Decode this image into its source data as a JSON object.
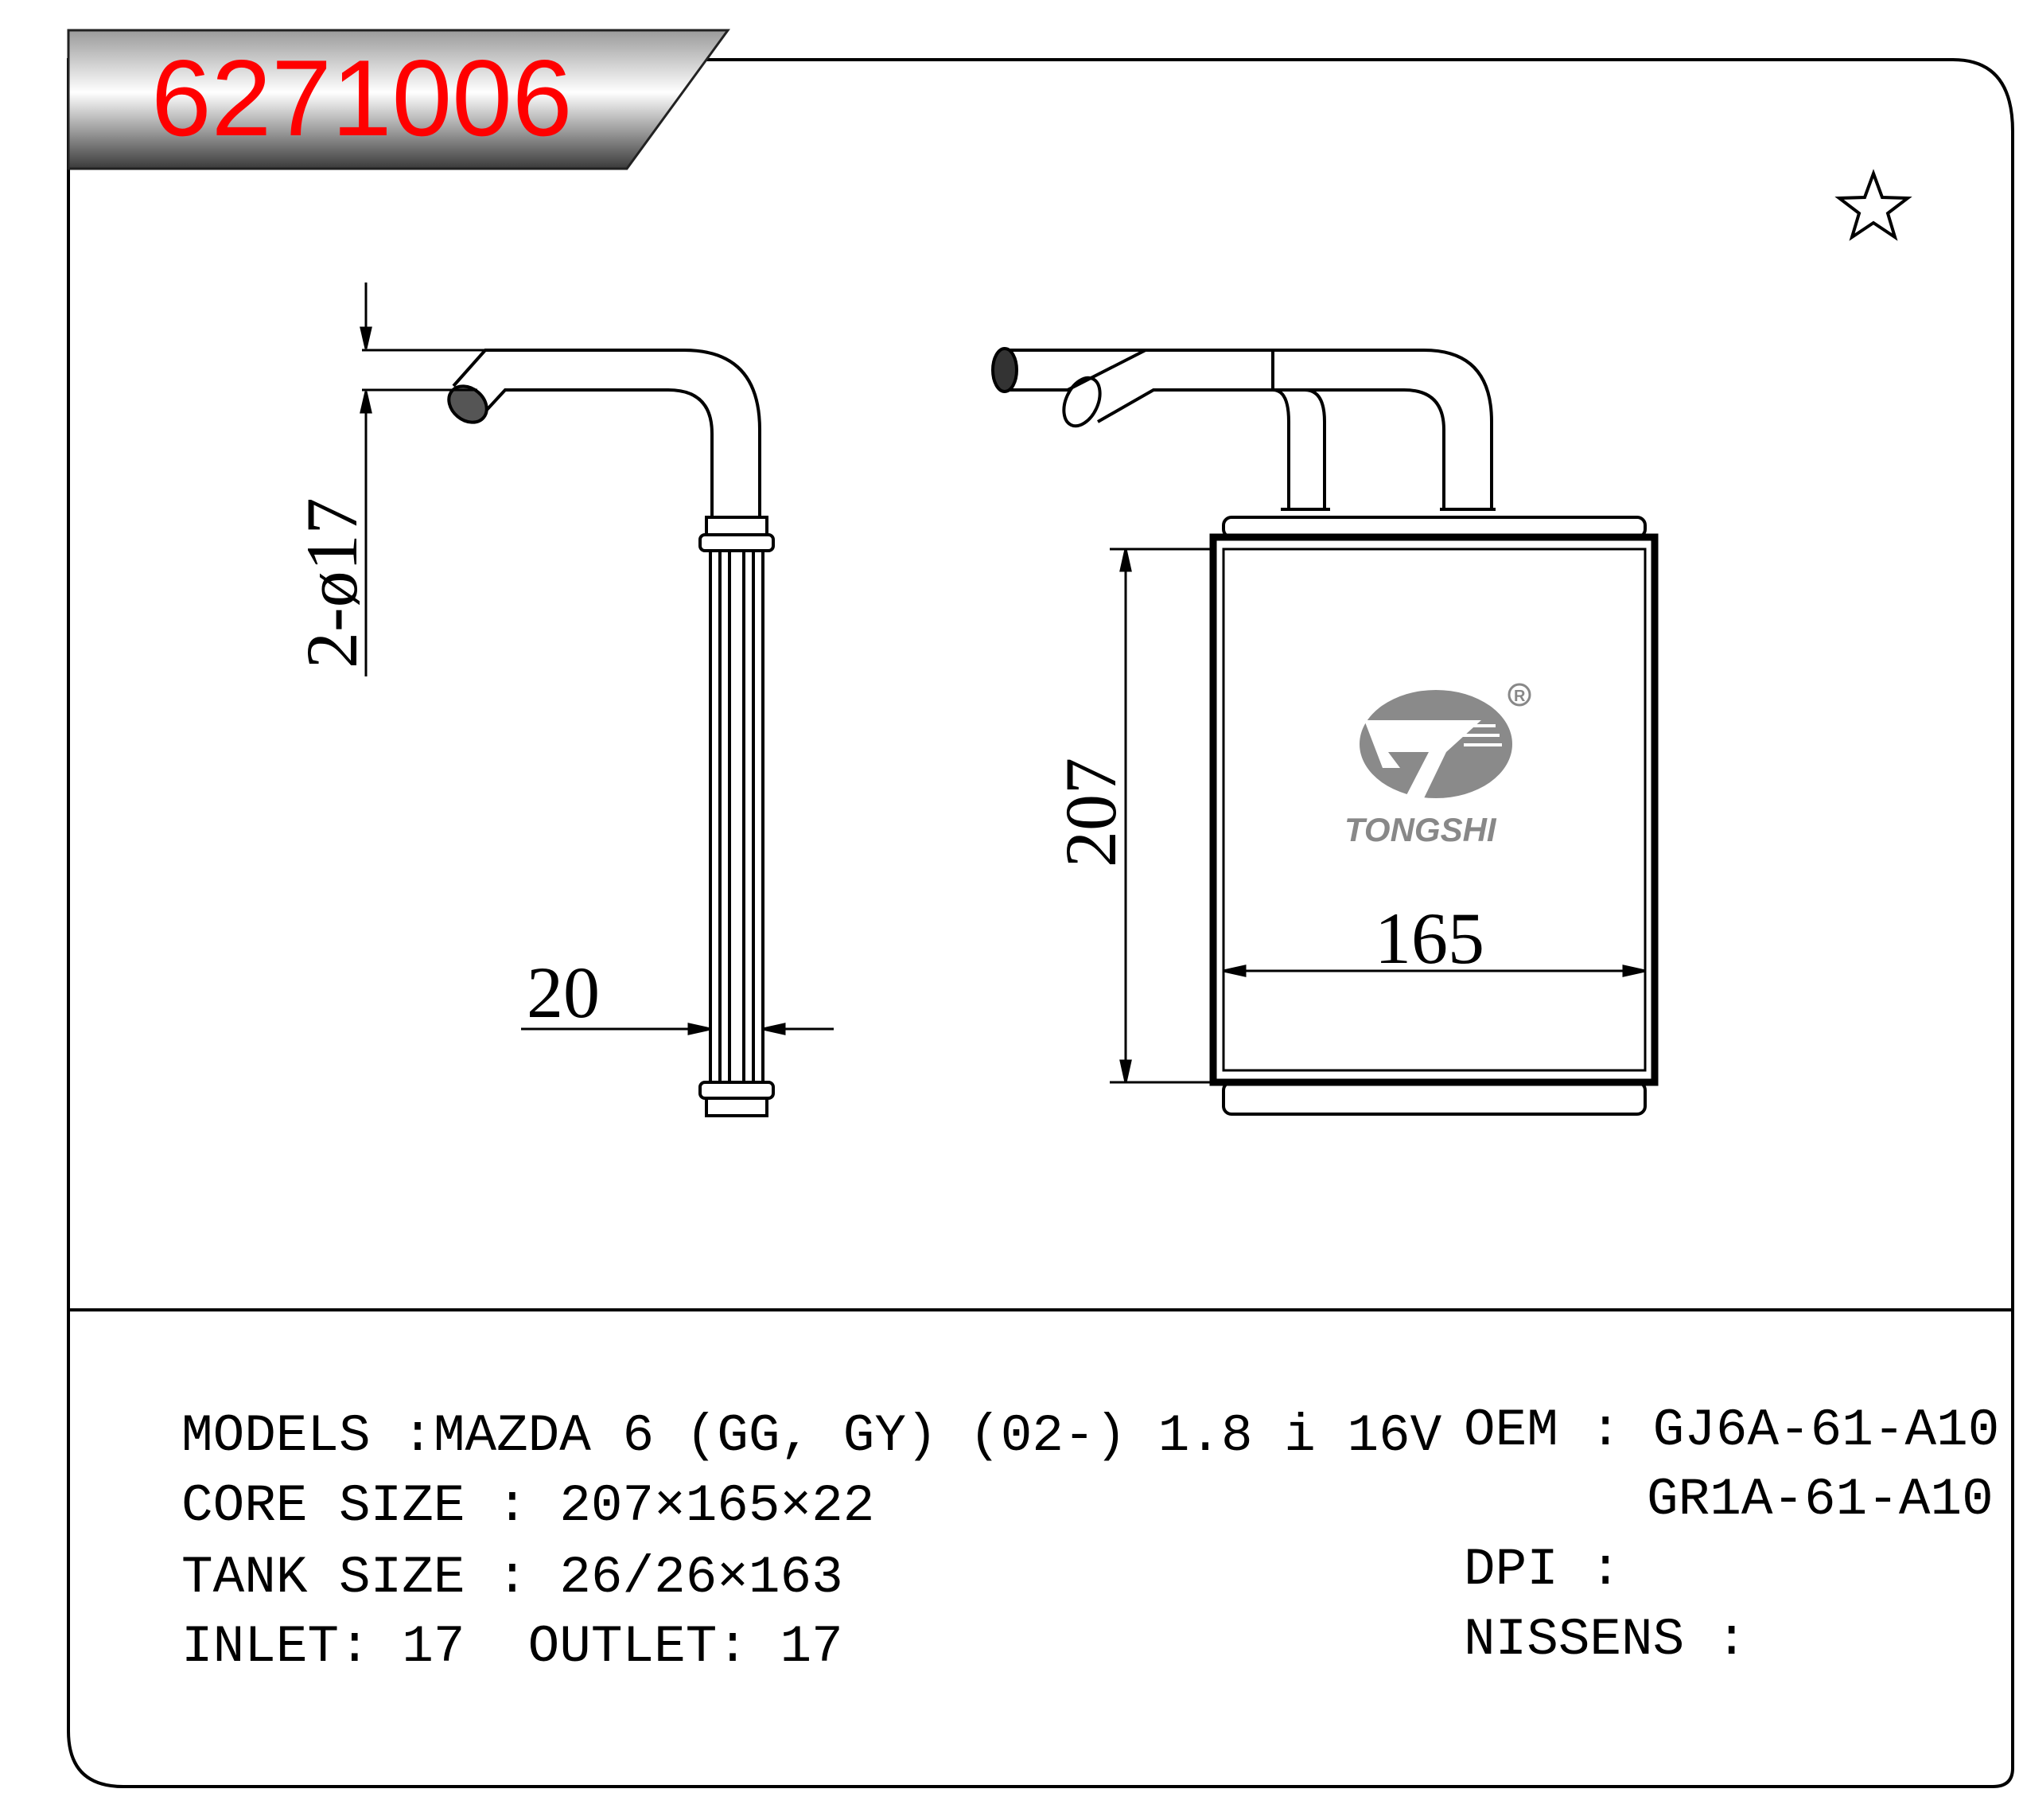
{
  "part_number": "6271006",
  "diagram": {
    "dim_inlet": "2-ø17",
    "dim_depth": "20",
    "dim_height": "207",
    "dim_width": "165"
  },
  "logo": {
    "brand": "TONGSHI",
    "registered_mark": "R"
  },
  "specs": {
    "models": "MODELS :MAZDA 6 (GG, GY) (02-) 1.8 i 16V",
    "core_size": "CORE SIZE : 207×165×22",
    "tank_size": "TANK SIZE : 26/26×163",
    "inlet_outlet": "INLET: 17  OUTLET: 17",
    "oem_line1": "OEM : GJ6A-61-A10",
    "oem_line2": "GR1A-61-A10",
    "dpi": "DPI :",
    "nissens": "NISSENS :"
  },
  "colors": {
    "part_number": "#ff0000",
    "banner": "#3a3a3a",
    "logo": "#888888"
  },
  "icons": [
    "star-icon"
  ]
}
